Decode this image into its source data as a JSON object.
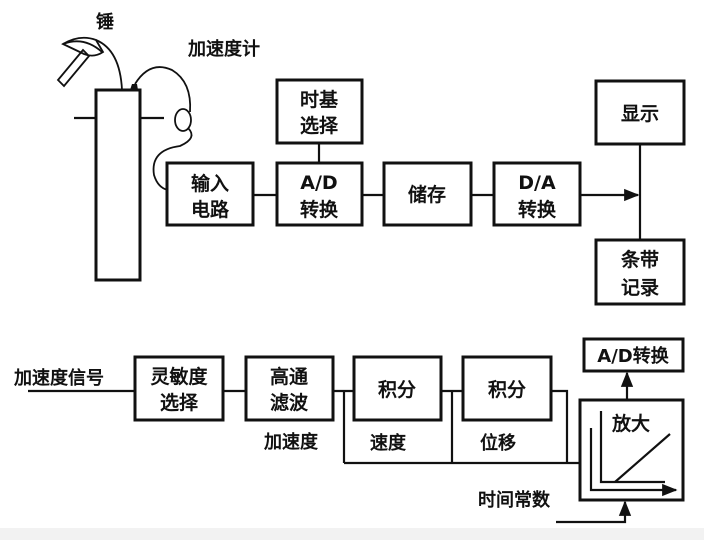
{
  "top_diagram": {
    "hammer_label": "锤",
    "accelerometer_label": "加速度计",
    "blocks": {
      "input_circuit": [
        "输入",
        "电路"
      ],
      "timebase_select": [
        "时基",
        "选择"
      ],
      "ad_convert": [
        "A/D",
        "转换"
      ],
      "storage": [
        "储存"
      ],
      "da_convert": [
        "D/A",
        "转换"
      ],
      "display": [
        "显示"
      ],
      "strip_recorder": [
        "条带",
        "记录"
      ]
    }
  },
  "bottom_diagram": {
    "input_label": "加速度信号",
    "blocks": {
      "sensitivity_select": [
        "灵敏度",
        "选择"
      ],
      "highpass_filter": [
        "高通",
        "滤波"
      ],
      "integrator_1": [
        "积分"
      ],
      "integrator_2": [
        "积分"
      ],
      "ad_convert": [
        "A/D转换"
      ],
      "amplifier": [
        "放大"
      ]
    },
    "branch_labels": {
      "acceleration": "加速度",
      "velocity": "速度",
      "displacement": "位移"
    },
    "time_constant_label": "时间常数"
  }
}
